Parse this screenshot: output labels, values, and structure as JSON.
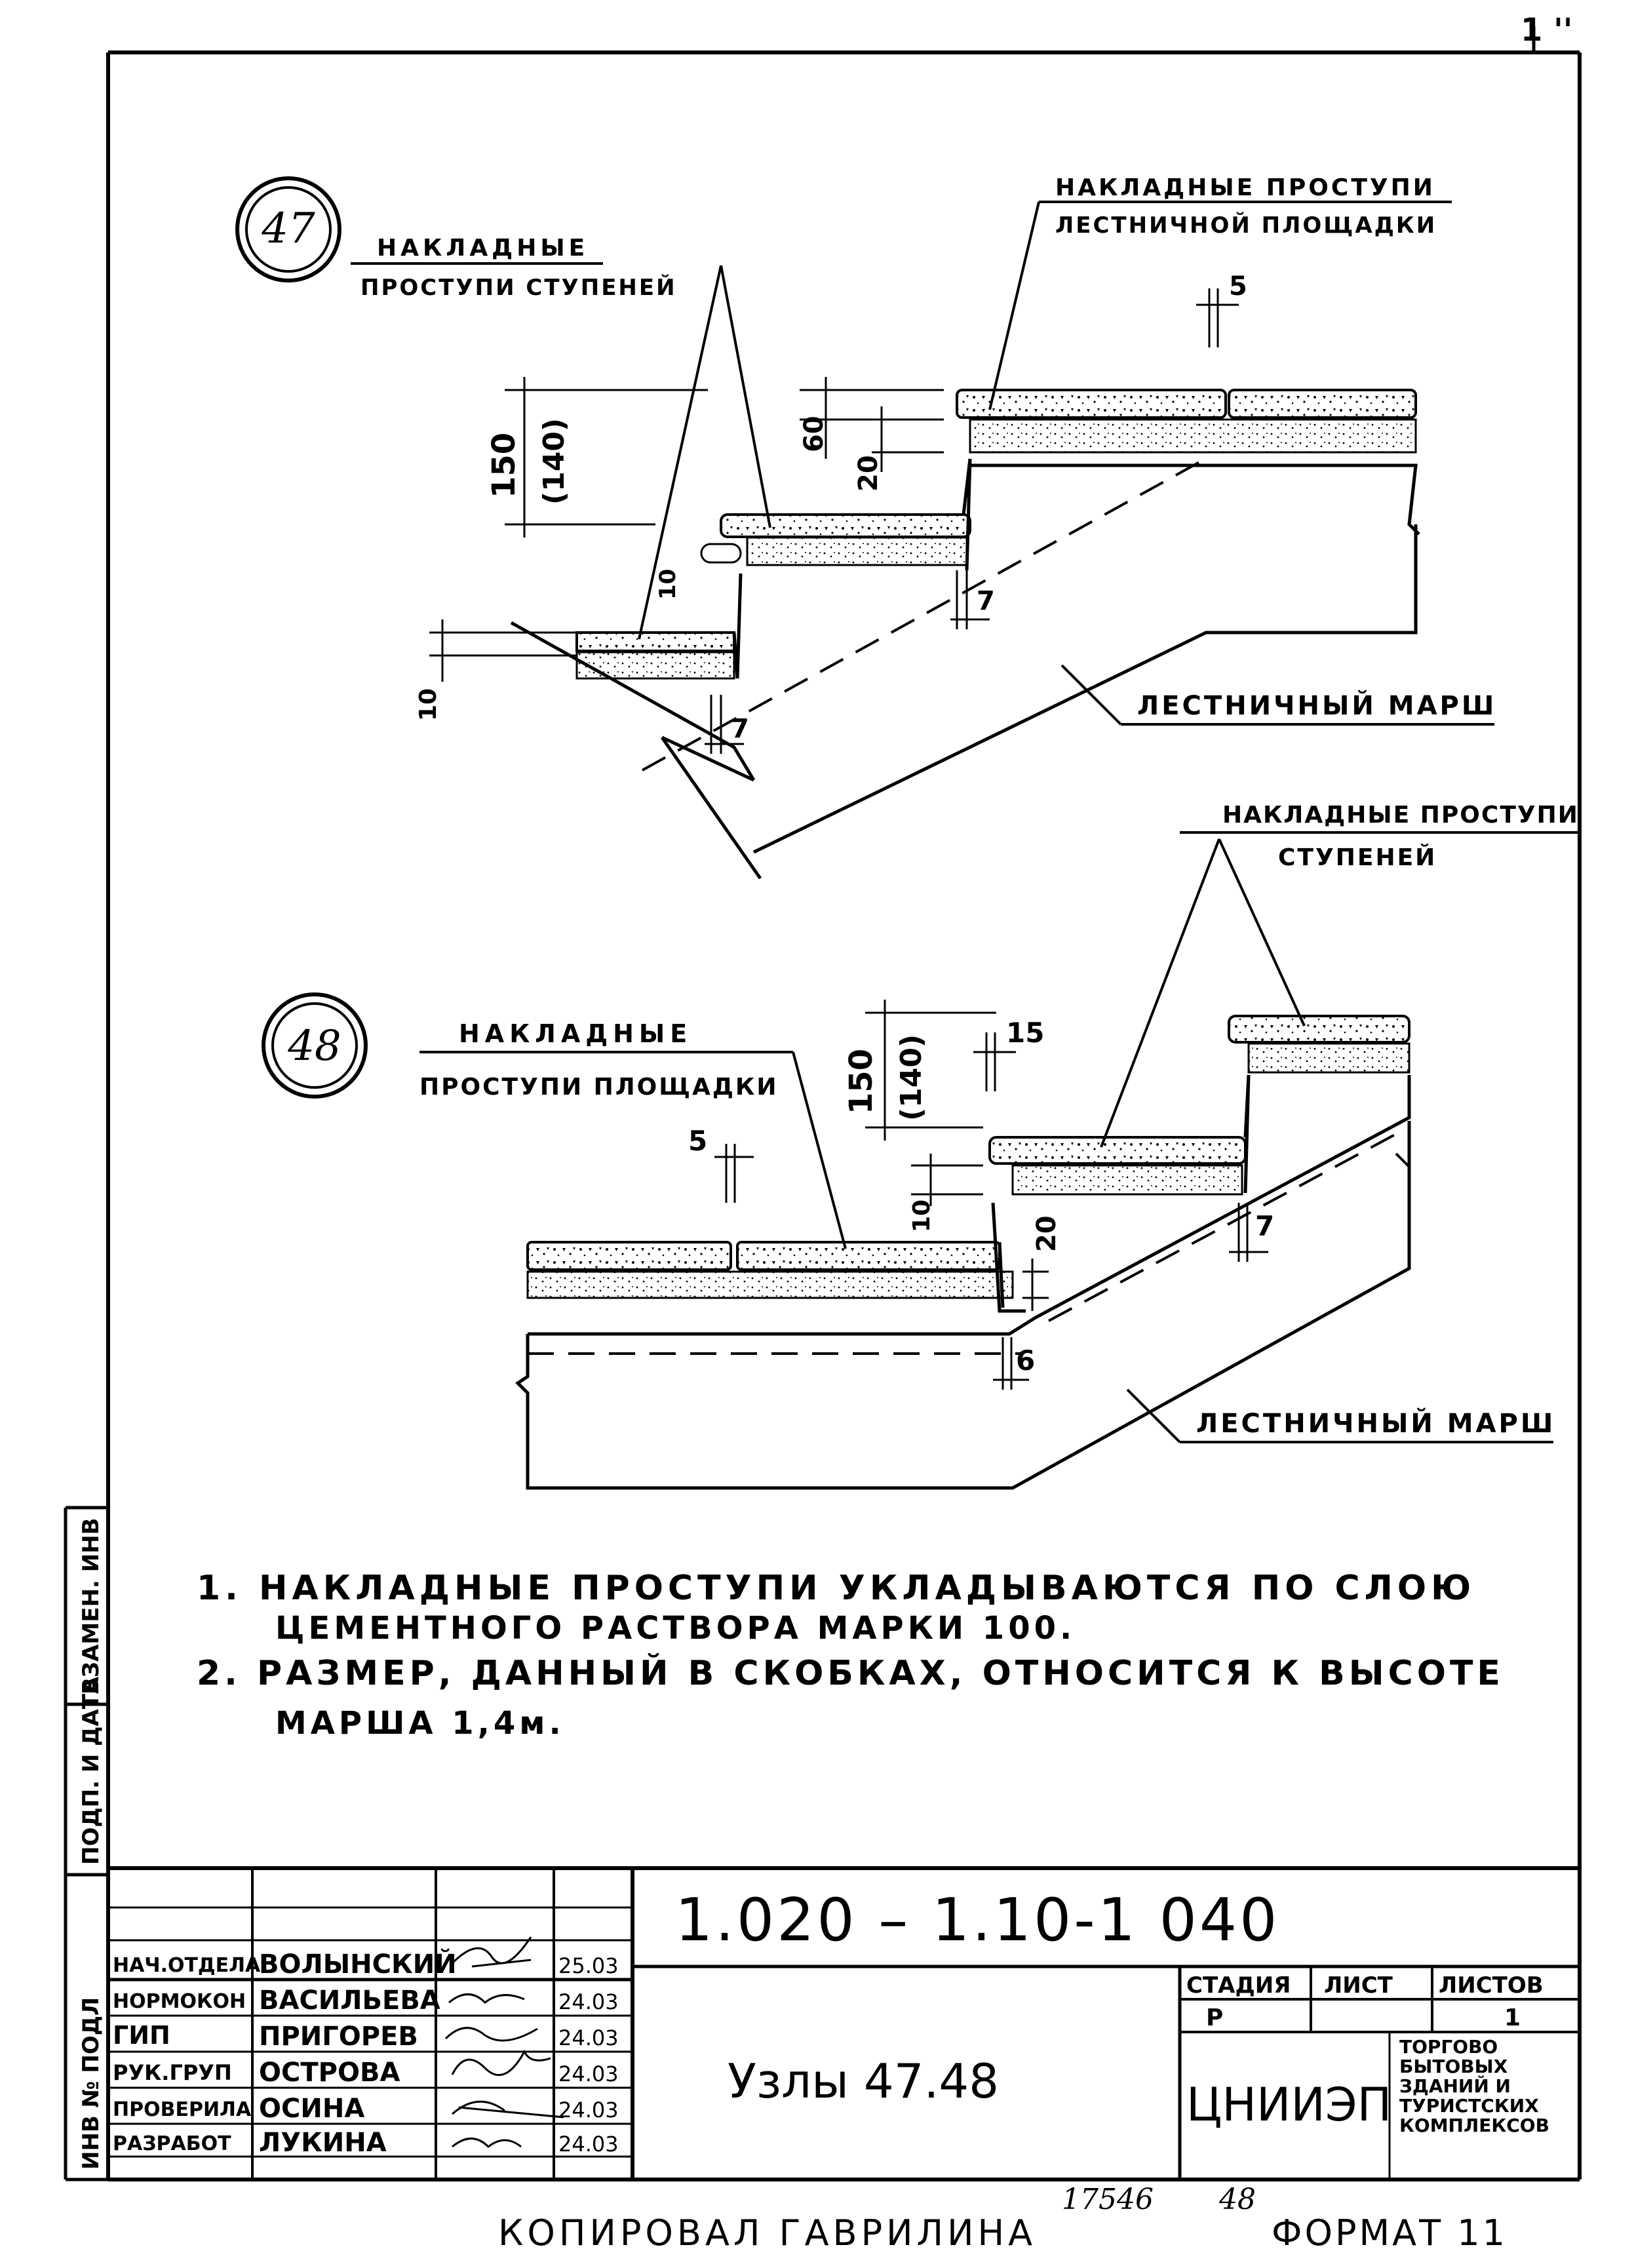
{
  "corner_mark": "1 ''",
  "detail47": {
    "number": "47",
    "label_steps": [
      "НАКЛАДНЫЕ",
      "ПРОСТУПИ СТУПЕНЕЙ"
    ],
    "label_landing": [
      "НАКЛАДНЫЕ ПРОСТУПИ",
      "ЛЕСТНИЧНОЙ ПЛОЩАДКИ"
    ],
    "label_flight": "ЛЕСТНИЧНЫЙ МАРШ",
    "dims": {
      "riser": "150",
      "riser_alt": "(140)",
      "d60": "60",
      "d20": "20",
      "d10a": "10",
      "d10b": "10",
      "d7a": "7",
      "d7b": "7",
      "d5": "5"
    }
  },
  "detail48": {
    "number": "48",
    "label_landing": [
      "НАКЛАДНЫЕ",
      "ПРОСТУПИ ПЛОЩАДКИ"
    ],
    "label_steps": [
      "НАКЛАДНЫЕ ПРОСТУПИ",
      "СТУПЕНЕЙ"
    ],
    "label_flight": "ЛЕСТНИЧНЫЙ МАРШ",
    "dims": {
      "riser": "150",
      "riser_alt": "(140)",
      "d15": "15",
      "d5": "5",
      "d10": "10",
      "d20": "20",
      "d7": "7",
      "d6": "6"
    }
  },
  "notes": [
    "1. НАКЛАДНЫЕ ПРОСТУПИ УКЛАДЫВАЮТСЯ ПО СЛОЮ",
    "ЦЕМЕНТНОГО РАСТВОРА МАРКИ 100.",
    "2. РАЗМЕР, ДАННЫЙ В СКОБКАХ, ОТНОСИТСЯ К ВЫСОТЕ",
    "МАРША 1,4м."
  ],
  "side_stamp": {
    "inv": "ИНВ № ПОДЛ",
    "sign_date": "ПОДП. И ДАТА",
    "replace": "ВЗАМЕН. ИНВ"
  },
  "title_block": {
    "code": "1.020 – 1.10-1 040",
    "title": "Узлы 47.48",
    "roles": [
      {
        "role": "НАЧ.ОТДЕЛА",
        "name": "ВОЛЫНСКИЙ",
        "date": "25.03"
      },
      {
        "role": "НОРМОКОН",
        "name": "ВАСИЛЬЕВА",
        "date": "24.03"
      },
      {
        "role": "ГИП",
        "name": "ПРИГОРЕВ",
        "date": "24.03"
      },
      {
        "role": "РУК.ГРУП",
        "name": "ОСТРОВА",
        "date": "24.03"
      },
      {
        "role": "ПРОВЕРИЛА",
        "name": "ОСИНА",
        "date": "24.03"
      },
      {
        "role": "РАЗРАБОТ",
        "name": "ЛУКИНА",
        "date": "24.03"
      }
    ],
    "stage_header": "СТАДИЯ",
    "sheet_header": "ЛИСТ",
    "sheets_header": "ЛИСТОВ",
    "stage": "Р",
    "sheet": "",
    "sheets": "1",
    "org": "ЦНИИЭП",
    "org_desc": [
      "ТОРГОВО",
      "БЫТОВЫХ",
      "ЗДАНИЙ И",
      "ТУРИСТСКИХ",
      "КОМПЛЕКСОВ"
    ]
  },
  "footer": {
    "copied": "КОПИРОВАЛ ГАВРИЛИНА",
    "number_hw": "17546",
    "num2_hw": "48",
    "format": "ФОРМАТ 11"
  }
}
